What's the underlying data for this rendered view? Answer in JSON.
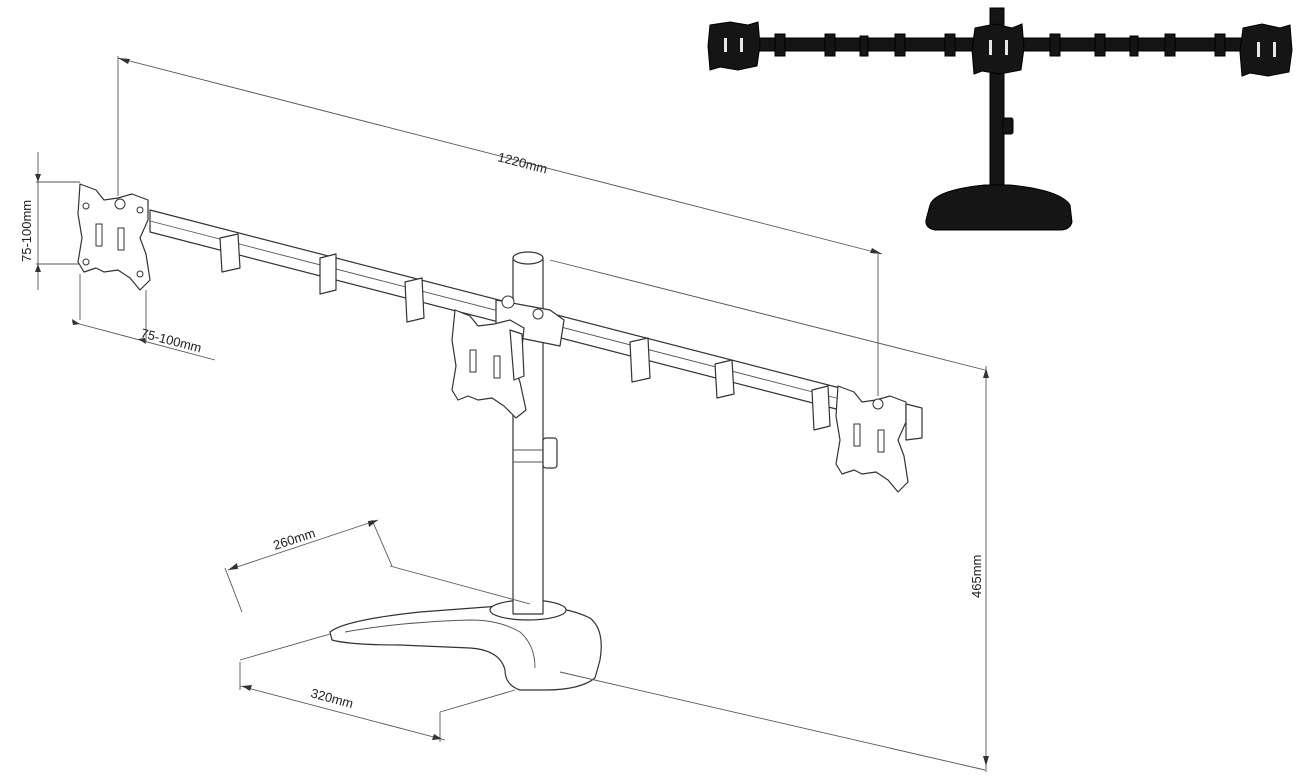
{
  "dimensions": {
    "total_width": "1220mm",
    "vesa_vertical": "75-100mm",
    "vesa_horizontal": "75-100mm",
    "height": "465mm",
    "base_depth": "260mm",
    "base_width": "320mm"
  },
  "colors": {
    "line_art": "#333333",
    "photo_product": "#151515",
    "background": "#ffffff"
  }
}
